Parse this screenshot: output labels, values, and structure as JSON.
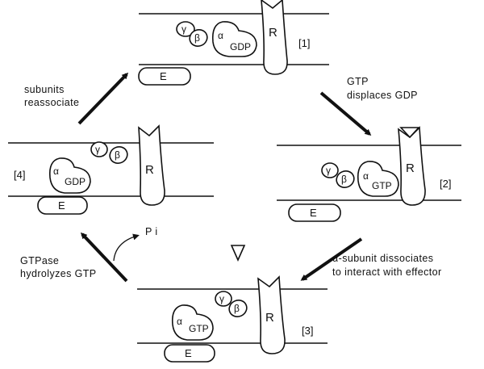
{
  "stages": {
    "s1": {
      "number": "[1]",
      "receptor": "R",
      "gamma": "γ",
      "beta": "β",
      "alpha": "α",
      "nucleotide": "GDP",
      "effector": "E"
    },
    "s2": {
      "number": "[2]",
      "receptor": "R",
      "gamma": "γ",
      "beta": "β",
      "alpha": "α",
      "nucleotide": "GTP",
      "effector": "E"
    },
    "s3": {
      "number": "[3]",
      "receptor": "R",
      "gamma": "γ",
      "beta": "β",
      "alpha": "α",
      "nucleotide": "GTP",
      "effector": "E"
    },
    "s4": {
      "number": "[4]",
      "receptor": "R",
      "gamma": "γ",
      "beta": "β",
      "alpha": "α",
      "nucleotide": "GDP",
      "effector": "E"
    }
  },
  "arrows": {
    "a12": {
      "line1": "GTP",
      "line2": "displaces  GDP"
    },
    "a23": {
      "line1": "α-subunit  dissociates",
      "line2": "to  interact  with  effector"
    },
    "a34": {
      "line1": "GTPase",
      "line2": "hydrolyzes  GTP",
      "byproduct": "P i"
    },
    "a41": {
      "line1": "subunits",
      "line2": "reassociate"
    }
  }
}
